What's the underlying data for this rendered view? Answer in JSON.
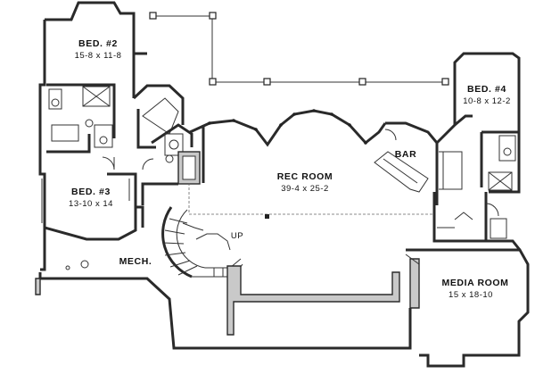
{
  "rooms": {
    "bed2": {
      "name": "BED. #2",
      "size": "15-8  x  11-8"
    },
    "bed3": {
      "name": "BED. #3",
      "size": "13-10  x  14"
    },
    "bed4": {
      "name": "BED. #4",
      "size": "10-8  x  12-2"
    },
    "rec": {
      "name": "REC ROOM",
      "size": "39-4  x  25-2"
    },
    "bar": {
      "name": "BAR"
    },
    "mech": {
      "name": "MECH."
    },
    "media": {
      "name": "MEDIA ROOM",
      "size": "15  x  18-10"
    }
  },
  "stair": {
    "label": "UP"
  }
}
